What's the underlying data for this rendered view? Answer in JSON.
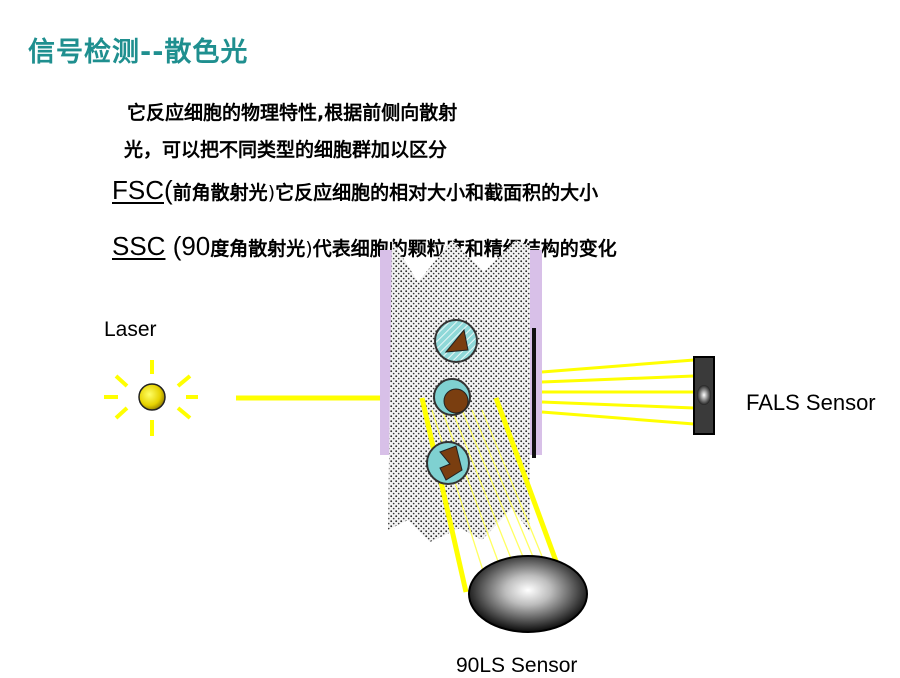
{
  "title": "信号检测--散色光",
  "description": {
    "line1": "它反应细胞的物理特性,根据前侧向散射",
    "line2": "光，可以把不同类型的细胞群加以区分"
  },
  "fsc": {
    "abbr": "FSC",
    "paren_open": "(",
    "cn_name": "前角散射光",
    "paren_close": ")",
    "text": "它反应细胞的相对大小和截面积的大小"
  },
  "ssc": {
    "abbr": "SSC",
    "space_paren_num": " (90",
    "cn_name": "度角散射光",
    "paren_close": ")",
    "text": "代表细胞的颗粒度和精细结构的变化"
  },
  "labels": {
    "laser": "Laser",
    "fals_sensor": "FALS Sensor",
    "side_sensor": "90LS Sensor"
  },
  "colors": {
    "title": "#1f8f8f",
    "beam": "#ffff00",
    "flow_wall": "#d8c0e8",
    "cell": "#7fd1d1",
    "nucleus": "#7a3e10"
  }
}
